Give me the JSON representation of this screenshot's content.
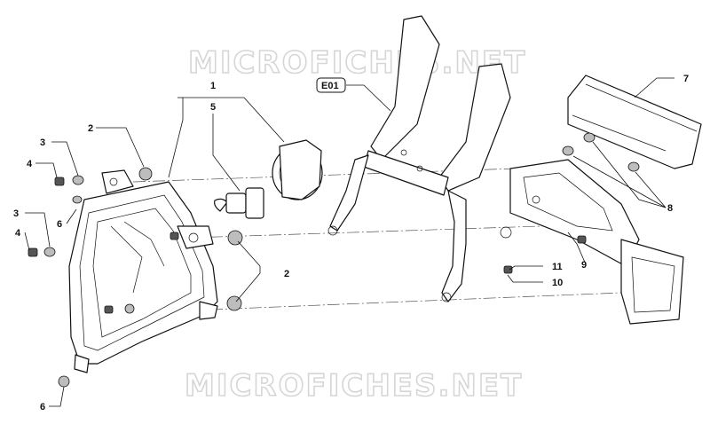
{
  "watermark": "MICROFICHES.NET",
  "callouts": {
    "c1": "1",
    "c5": "5",
    "c2a": "2",
    "c2b": "2",
    "c3a": "3",
    "c3b": "3",
    "c4a": "4",
    "c4b": "4",
    "c6a": "6",
    "c6b": "6",
    "c7": "7",
    "c8": "8",
    "c9": "9",
    "c10": "10",
    "c11": "11",
    "e01": "E01"
  }
}
